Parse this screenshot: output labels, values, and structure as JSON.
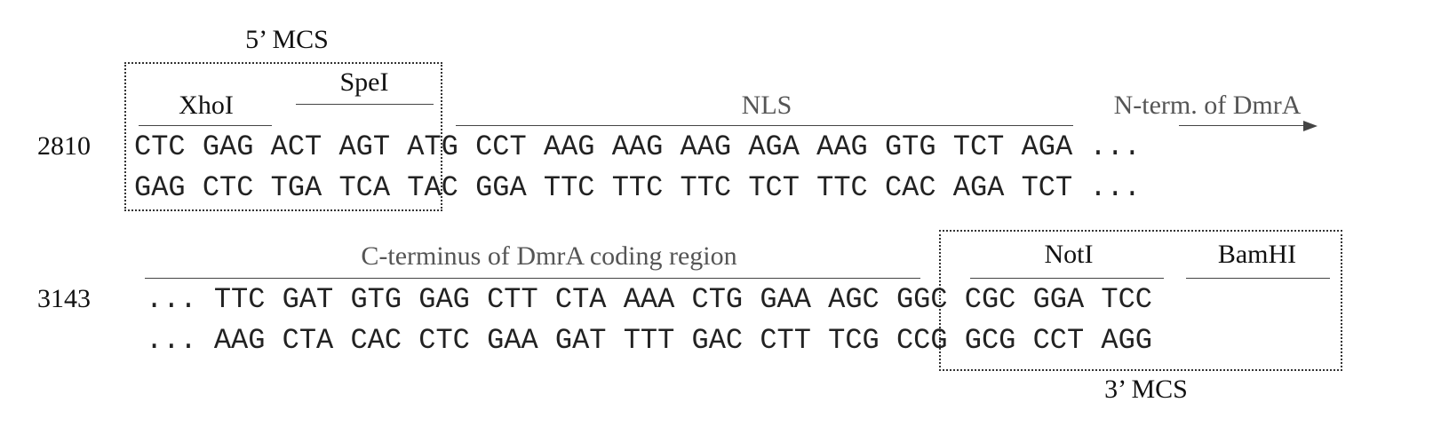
{
  "row1": {
    "number": "2810",
    "top_strand": [
      "CTC",
      "GAG",
      "ACT",
      "AGT",
      "ATG",
      "CCT",
      "AAG",
      "AAG",
      "AAG",
      "AGA",
      "AAG",
      "GTG",
      "TCT",
      "AGA",
      "..."
    ],
    "bottom_strand": [
      "GAG",
      "CTC",
      "TGA",
      "TCA",
      "TAC",
      "GGA",
      "TTC",
      "TTC",
      "TTC",
      "TCT",
      "TTC",
      "CAC",
      "AGA",
      "TCT",
      "..."
    ],
    "labels": {
      "mcs": "5’ MCS",
      "xhoi": "XhoI",
      "spei": "SpeI",
      "nls": "NLS",
      "n_term": "N-term. of DmrA"
    }
  },
  "row2": {
    "number": "3143",
    "top_strand": [
      "...",
      "TTC",
      "GAT",
      "GTG",
      "GAG",
      "CTT",
      "CTA",
      "AAA",
      "CTG",
      "GAA",
      "AGC",
      "GGC",
      "CGC",
      "GGA",
      "TCC"
    ],
    "bottom_strand": [
      "...",
      "AAG",
      "CTA",
      "CAC",
      "CTC",
      "GAA",
      "GAT",
      "TTT",
      "GAC",
      "CTT",
      "TCG",
      "CCG",
      "GCG",
      "CCT",
      "AGG"
    ],
    "labels": {
      "c_term": "C-terminus of DmrA coding region",
      "noti": "NotI",
      "bamhi": "BamHI",
      "mcs": "3’ MCS"
    }
  }
}
